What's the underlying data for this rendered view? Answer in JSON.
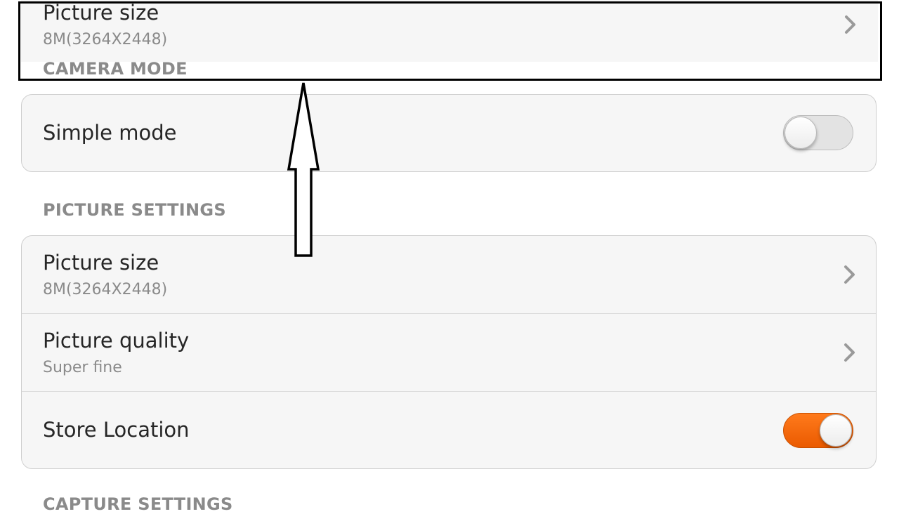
{
  "top_item": {
    "title": "Picture size",
    "value": "8M(3264X2448)",
    "next_header": "CAMERA MODE"
  },
  "camera_mode": {
    "simple_mode": {
      "label": "Simple mode",
      "enabled": false
    }
  },
  "picture_settings": {
    "header": "PICTURE SETTINGS",
    "picture_size": {
      "label": "Picture size",
      "value": "8M(3264X2448)"
    },
    "picture_quality": {
      "label": "Picture quality",
      "value": "Super fine"
    },
    "store_location": {
      "label": "Store Location",
      "enabled": true
    }
  },
  "capture_settings": {
    "header": "CAPTURE SETTINGS"
  },
  "colors": {
    "toggle_on": "#ff6a00",
    "toggle_off": "#e3e3e3",
    "annotation": "#000000"
  },
  "icons": {
    "row_chevron": "chevron-right-icon",
    "annotation_arrow": "up-arrow-icon"
  }
}
